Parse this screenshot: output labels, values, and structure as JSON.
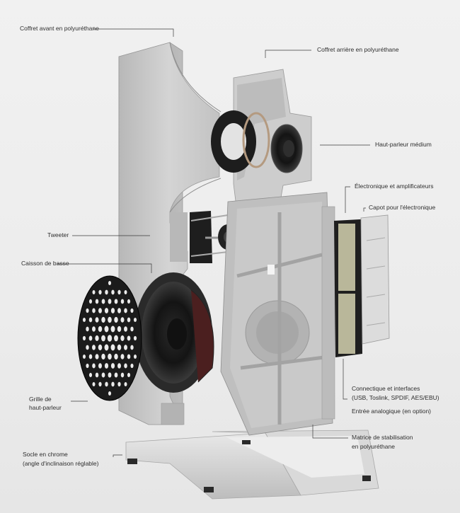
{
  "labels": {
    "front_cabinet": "Coffret avant en polyuréthane",
    "rear_cabinet": "Coffret arrière en polyuréthane",
    "midrange": "Haut-parleur médium",
    "electronics": "Électronique et amplificateurs",
    "electronics_cover": "Capot pour l'électronique",
    "tweeter": "Tweeter",
    "bass_box": "Caisson de basse",
    "grille_1": "Grille de",
    "grille_2": "haut-parleur",
    "connectivity_1": "Connectique et interfaces",
    "connectivity_2": "(USB, Toslink, SPDIF, AES/EBU)",
    "analog_input": "Entrée analogique (en option)",
    "matrix_1": "Matrice de stabilisation",
    "matrix_2": "en polyuréthane",
    "base_1": "Socle en chrome",
    "base_2": "(angle d'inclinaison réglable)"
  },
  "colors": {
    "cabinet": "#c9c9c9",
    "cabinet_shade": "#a9a9a9",
    "driver_black": "#1c1c1c",
    "electronics_board": "#b9b79a",
    "chrome": "#d7d7d7",
    "leader_line": "#3a3a3a"
  }
}
